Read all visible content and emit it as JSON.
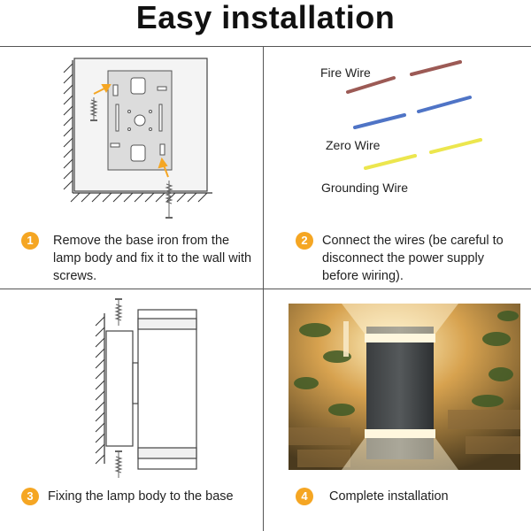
{
  "title": "Easy installation",
  "steps": [
    {
      "number": "1",
      "text": "Remove the base iron from the lamp body and fix it to the wall with screws."
    },
    {
      "number": "2",
      "text": "Connect the wires (be careful to disconnect the power supply before wiring)."
    },
    {
      "number": "3",
      "text": "Fixing the lamp body to the base"
    },
    {
      "number": "4",
      "text": "Complete installation"
    }
  ],
  "wires": {
    "fire": {
      "label": "Fire Wire",
      "color": "#9c5a55"
    },
    "zero": {
      "label": "Zero Wire",
      "color": "#4f74c6"
    },
    "ground": {
      "label": "Grounding Wire",
      "color": "#ece64e"
    }
  },
  "accent_color": "#f5a623"
}
